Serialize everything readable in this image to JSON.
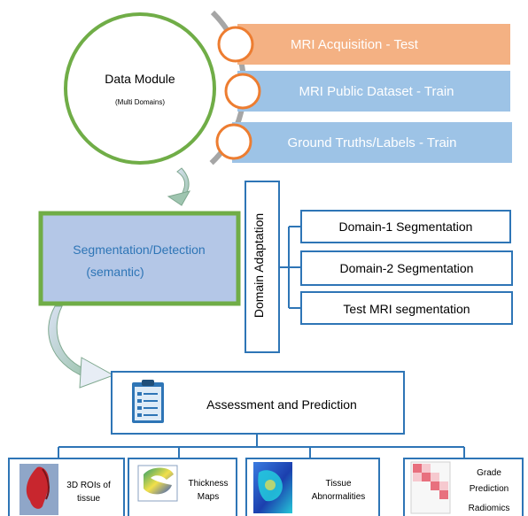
{
  "data_module": {
    "title": "Data Module",
    "subtitle": "(Multi Domains)",
    "sources": [
      {
        "label": "MRI Acquisition - Test",
        "color": "#F4B183"
      },
      {
        "label": "MRI  Public Dataset - Train",
        "color": "#9DC3E6"
      },
      {
        "label": "Ground Truths/Labels - Train",
        "color": "#9DC3E6"
      }
    ]
  },
  "segmentation": {
    "line1": "Segmentation/Detection",
    "line2": "(semantic)"
  },
  "domain_adaptation": {
    "label": "Domain Adaptation",
    "outputs": [
      "Domain-1 Segmentation",
      "Domain-2 Segmentation",
      "Test MRI segmentation"
    ]
  },
  "assessment": {
    "label": "Assessment and Prediction",
    "icon": "clipboard-checklist-icon"
  },
  "results": [
    {
      "lines": [
        "3D ROIs  of",
        "tissue"
      ],
      "icon": "3d-roi-tissue-thumbnail"
    },
    {
      "lines": [
        "Thickness",
        "Maps"
      ],
      "icon": "thickness-map-thumbnail"
    },
    {
      "lines": [
        "Tissue",
        "Abnormalities"
      ],
      "icon": "tissue-abnormality-heatmap-thumbnail"
    },
    {
      "lines": [
        "Grade",
        "Prediction",
        "Radiomics"
      ],
      "icon": "radiomics-matrix-thumbnail"
    }
  ],
  "colors": {
    "green_border": "#70AD47",
    "blue_border": "#2E75B6",
    "gray_arc": "#A6A6A6",
    "seg_fill": "#B4C7E7",
    "orange_circle": "#ED7D31"
  }
}
